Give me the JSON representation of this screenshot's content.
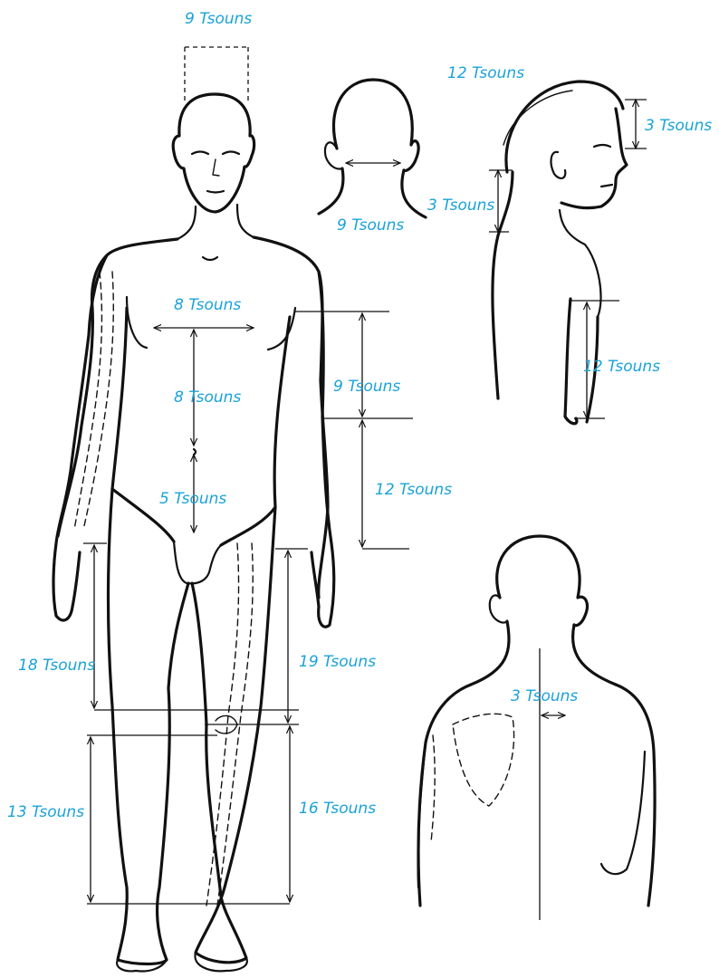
{
  "labels": {
    "head_width": "9 Tsouns",
    "neck_width": "9 Tsouns",
    "head_arc": "12 Tsouns",
    "face_height": "3 Tsouns",
    "neck_height": "3 Tsouns",
    "upper_arm": "12 Tsouns",
    "chest_width": "8 Tsouns",
    "chest_to_navel": "8 Tsouns",
    "navel_to_groin": "5 Tsouns",
    "shoulder_to_elbow": "9 Tsouns",
    "elbow_to_wrist": "12 Tsouns",
    "thigh_left": "18 Tsouns",
    "thigh_right": "19 Tsouns",
    "shin_left": "13 Tsouns",
    "shin_right": "16 Tsouns",
    "spine_offset": "3 Tsouns"
  }
}
